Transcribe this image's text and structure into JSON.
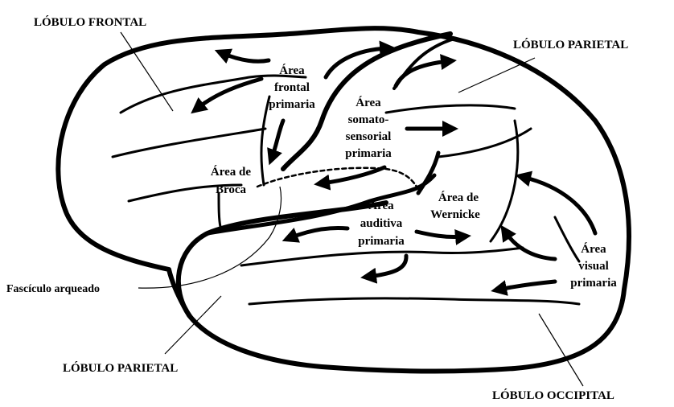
{
  "labels": {
    "lobe_frontal": "LÓBULO FRONTAL",
    "lobe_parietal_top": "LÓBULO PARIETAL",
    "lobe_parietal_bottom": "LÓBULO PARIETAL",
    "lobe_occipital": "LÓBULO OCCIPITAL",
    "fasciculo": "Fascículo arqueado",
    "frontal_area": [
      "Área",
      "frontal",
      "primaria"
    ],
    "somatosensorial_area": [
      "Área",
      "somato-",
      "sensorial",
      "primaria"
    ],
    "broca_area": [
      "Área de",
      "Broca"
    ],
    "wernicke_area": [
      "Área de",
      "Wernicke"
    ],
    "auditiva_area": [
      "Área",
      "auditiva",
      "primaria"
    ],
    "visual_area": [
      "Área",
      "visual",
      "primaria"
    ]
  },
  "colors": {
    "stroke": "#000000",
    "background": "#ffffff"
  }
}
